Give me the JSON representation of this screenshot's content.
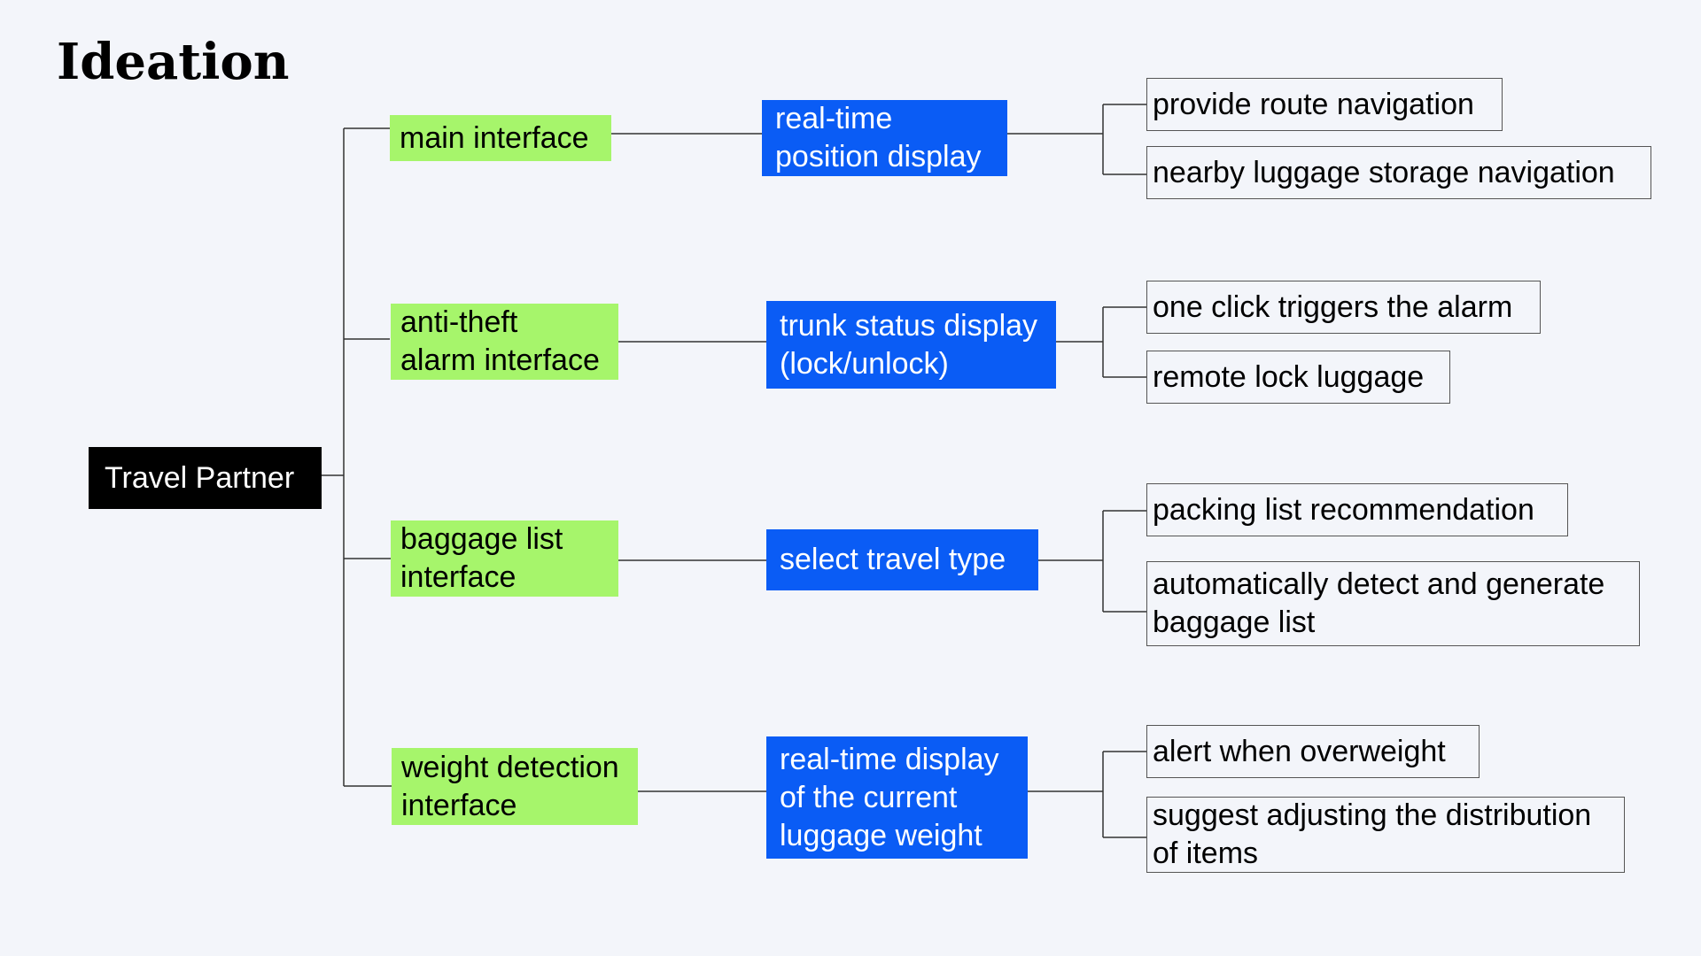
{
  "title": "Ideation",
  "root": "Travel Partner",
  "branches": [
    {
      "category": [
        "main interface"
      ],
      "feature": [
        "real-time",
        "position display"
      ],
      "details": [
        [
          "provide route navigation"
        ],
        [
          "nearby luggage storage navigation"
        ]
      ]
    },
    {
      "category": [
        "anti-theft",
        "alarm interface"
      ],
      "feature": [
        "trunk status display",
        "(lock/unlock)"
      ],
      "details": [
        [
          "one click triggers the alarm"
        ],
        [
          "remote lock luggage"
        ]
      ]
    },
    {
      "category": [
        "baggage list",
        "interface"
      ],
      "feature": [
        "select travel type"
      ],
      "details": [
        [
          "packing list recommendation"
        ],
        [
          "automatically detect and generate",
          "baggage list"
        ]
      ]
    },
    {
      "category": [
        "weight detection",
        "interface"
      ],
      "feature": [
        "real-time display",
        "of the current",
        "luggage weight"
      ],
      "details": [
        [
          "alert when overweight"
        ],
        [
          "suggest adjusting the distribution",
          "of items"
        ]
      ]
    }
  ],
  "colors": {
    "background": "#f3f5fa",
    "root": "#000000",
    "category": "#a6f56b",
    "feature": "#0a5cf5",
    "line": "#333333"
  }
}
